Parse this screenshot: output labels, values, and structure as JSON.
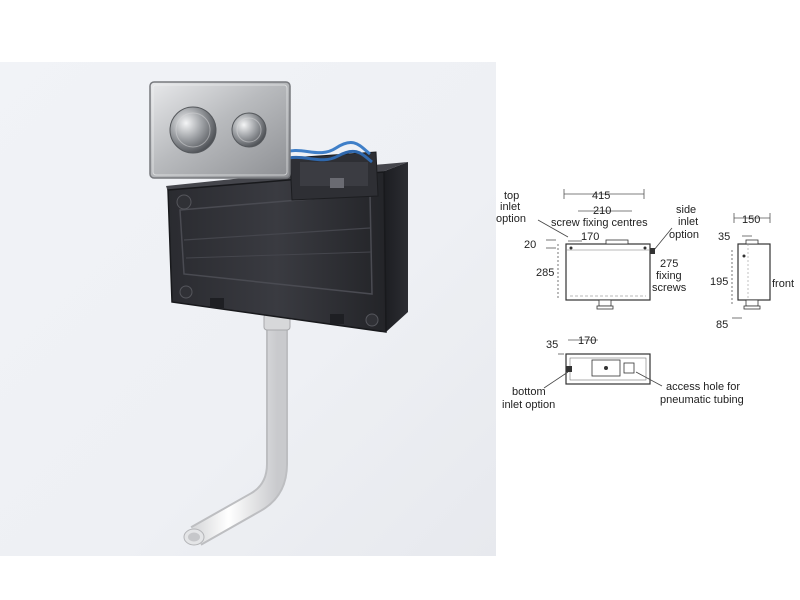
{
  "product_photo": {
    "subject": "concealed-cistern-with-pneumatic-flush-plate"
  },
  "dimension_drawing": {
    "front_view": {
      "top_inlet_label": [
        "top",
        "inlet",
        "option"
      ],
      "overall_width": "415",
      "screw_centres_value": "210",
      "screw_centres_label": "screw fixing centres",
      "inlet_offset": "170",
      "top_offset": "20",
      "height": "285",
      "side_inlet_label": [
        "side",
        "inlet",
        "option"
      ],
      "fixing_screws_value": "275",
      "fixing_screws_label": [
        "fixing",
        "screws"
      ]
    },
    "side_view": {
      "depth": "150",
      "top_offset": "35",
      "inlet_height": "195",
      "outlet_offset": "85",
      "front_label": "front"
    },
    "plan_view": {
      "depth_offset": "35",
      "width_offset": "170",
      "bottom_inlet_label": [
        "bottom",
        "inlet option"
      ],
      "access_hole_label": [
        "access hole for",
        "pneumatic tubing"
      ]
    }
  }
}
